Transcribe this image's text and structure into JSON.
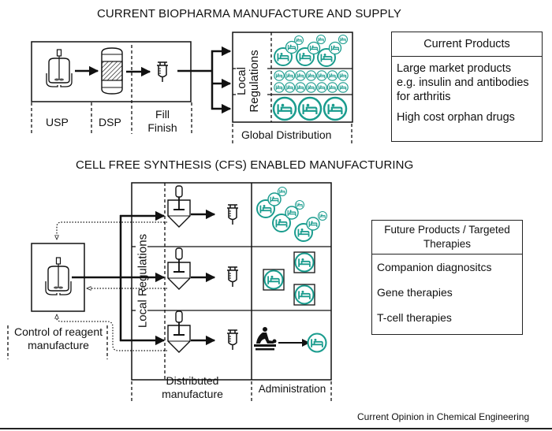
{
  "colors": {
    "patient_icon": "#1a9c8e",
    "line": "#111111"
  },
  "top_section": {
    "title": "CURRENT BIOPHARMA MANUFACTURE AND SUPPLY",
    "stages": [
      {
        "label": "USP",
        "icon": "bioreactor-icon"
      },
      {
        "label": "DSP",
        "icon": "chromatography-column-icon"
      },
      {
        "label": "Fill\nFinish",
        "label_line1": "Fill",
        "label_line2": "Finish",
        "icon": "syringe-icon"
      }
    ],
    "distribution": {
      "side_label_line1": "Local",
      "side_label_line2": "Regulations",
      "bottom_label": "Global Distribution",
      "rows": [
        {
          "name": "scattered-patients",
          "icon": "patient-bed-icon",
          "count": 11
        },
        {
          "name": "many-small-patients",
          "icon": "patient-bed-icon",
          "count": 14
        },
        {
          "name": "few-large-patients",
          "icon": "patient-bed-icon",
          "count": 3
        }
      ]
    },
    "products_box": {
      "header": "Current Products",
      "items": [
        "Large market products\ne.g. insulin and antibodies\nfor arthritis",
        "High cost orphan drugs"
      ],
      "item1_line1": "Large market products",
      "item1_line2": "e.g. insulin and antibodies",
      "item1_line3": "for arthritis",
      "item2": "High cost orphan drugs"
    }
  },
  "bottom_section": {
    "title": "CELL FREE SYNTHESIS (CFS) ENABLED MANUFACTURING",
    "reagent_label_line1": "Control of reagent",
    "reagent_label_line2": "manufacture",
    "side_label": "Local Regulations",
    "distributed_label_line1": "Distributed",
    "distributed_label_line2": "manufacture",
    "administration_label": "Administration",
    "rows": [
      {
        "name": "row-scattered-patients",
        "icon": "patient-bed-icon"
      },
      {
        "name": "row-boxed-patients",
        "icon": "patient-bed-icon"
      },
      {
        "name": "row-treatment",
        "icon": "caregiver-icon"
      }
    ],
    "future_box": {
      "header_line1": "Future Products / Targeted",
      "header_line2": "Therapies",
      "items": [
        "Companion diagnositcs",
        "Gene therapies",
        "T-cell therapies"
      ]
    }
  },
  "footer": {
    "source": "Current Opinion in Chemical Engineering"
  }
}
